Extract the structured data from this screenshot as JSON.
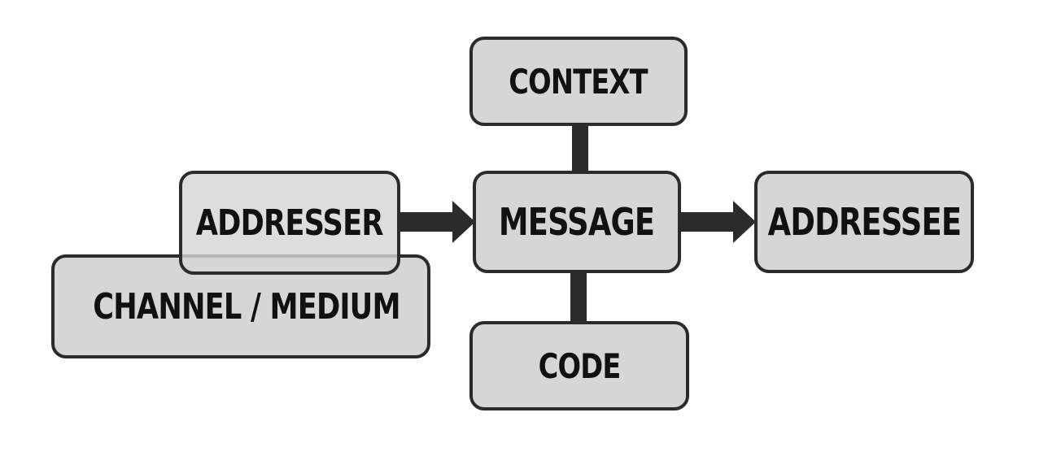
{
  "diagram": {
    "nodes": {
      "context": "CONTEXT",
      "addresser": "ADDRESSER",
      "message": "MESSAGE",
      "addressee": "ADDRESSEE",
      "channel": "CHANNEL / MEDIUM",
      "code": "CODE"
    },
    "edges": [
      {
        "from": "addresser",
        "to": "message",
        "kind": "arrow"
      },
      {
        "from": "message",
        "to": "addressee",
        "kind": "arrow"
      },
      {
        "from": "context",
        "to": "message",
        "kind": "line"
      },
      {
        "from": "message",
        "to": "code",
        "kind": "line"
      }
    ],
    "colors": {
      "box_fill": "#d6d6d6",
      "box_border": "#2b2b2b",
      "connector": "#2b2b2b",
      "text": "#111111",
      "background": "#ffffff"
    }
  }
}
